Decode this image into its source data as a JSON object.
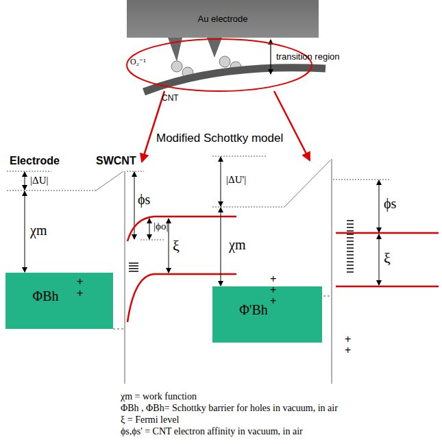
{
  "diagram": {
    "nodes": [
      {
        "text": [
          "Au electrode"
        ]
      },
      {
        "text": [
          "ΦBh"
        ]
      },
      {
        "text": [
          "Φ'Bh"
        ]
      }
    ],
    "labels": [
      "transition region",
      "O₂⁻¹",
      "CNT",
      "Modified Schottky model",
      "Electrode",
      "SWCNT",
      "|ΔU|",
      "χm",
      "+",
      "+",
      "ϕs",
      "|ϕo|",
      "ξ",
      "|ΔU'|",
      "χm",
      "ϕs",
      "ξ",
      "+",
      "+",
      "+",
      "+",
      "+",
      "χm = work function",
      "ΦBh , ΦBh= Schottky barrier for holes in vacuum, in air",
      "ξ = Fermi level",
      "ϕs,ϕs' = CNT electron affinity in vacuum, in air"
    ]
  }
}
